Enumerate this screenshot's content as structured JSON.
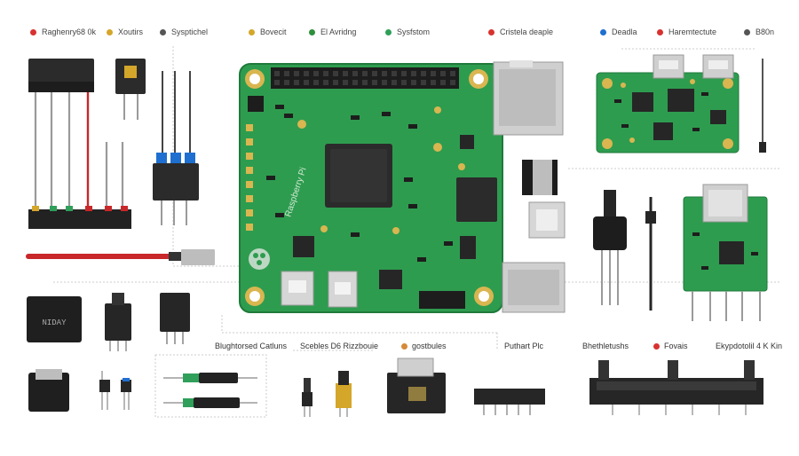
{
  "legend": [
    {
      "label": "Raghenry68 0k",
      "color": "#d8322f"
    },
    {
      "label": "Xoutirs",
      "color": "#d4a62a"
    },
    {
      "label": "Sysptichel",
      "color": "#555555"
    },
    {
      "label": "Bovecit",
      "color": "#d4a62a"
    },
    {
      "label": "El Avridng",
      "color": "#2f8f3c"
    },
    {
      "label": "Sysfstom",
      "color": "#2f9f5a"
    },
    {
      "label": "Cristela deaple",
      "color": "#d8322f"
    },
    {
      "label": "Deadla",
      "color": "#1f6fd0"
    },
    {
      "label": "Haremtectute",
      "color": "#d8322f"
    },
    {
      "label": "B80n",
      "color": "#555555"
    }
  ],
  "captions": [
    {
      "label": "Blughtorsed Catluns",
      "color": ""
    },
    {
      "label": "Scebles D6 Rizzbouie",
      "color": ""
    },
    {
      "label": "gostbules",
      "color": "#d48a3a"
    },
    {
      "label": "Puthart Plc",
      "color": ""
    },
    {
      "label": "Bhethletushs",
      "color": ""
    },
    {
      "label": "Fovais",
      "color": "#d8322f"
    },
    {
      "label": "Ekypdotolil 4 K Kin",
      "color": ""
    }
  ],
  "component_labels": {
    "chip_small": "NIDAY",
    "board_text": "Raspberry Pi"
  },
  "colors": {
    "pcb": "#2e9c4f",
    "pcb_dark": "#1f7a3b",
    "gold": "#d9b650",
    "chip": "#2b2b2b",
    "metal": "#c7c7c7",
    "wire_red": "#c8282a",
    "leg": "#9a9a9a"
  }
}
